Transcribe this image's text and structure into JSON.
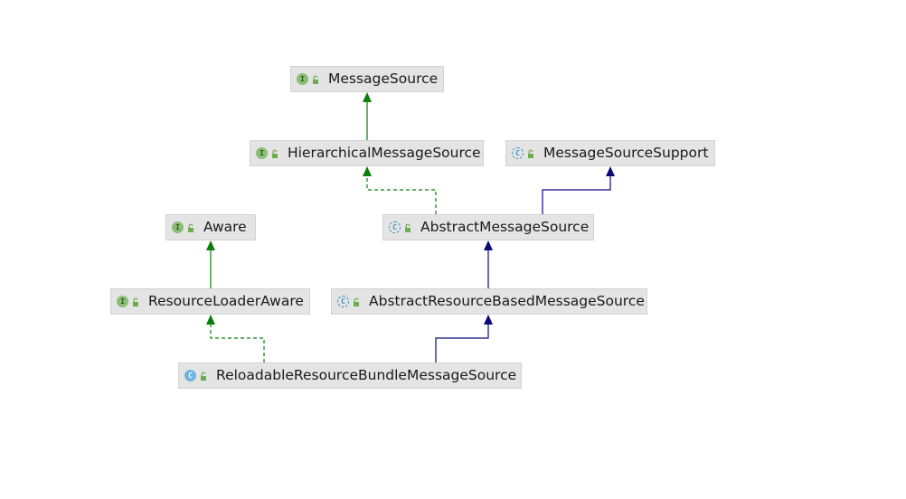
{
  "diagram": {
    "nodes": [
      {
        "id": "message-source",
        "kind": "interface",
        "kind_letter": "I",
        "label": "MessageSource"
      },
      {
        "id": "hierarchical-message-source",
        "kind": "interface",
        "kind_letter": "I",
        "label": "HierarchicalMessageSource"
      },
      {
        "id": "message-source-support",
        "kind": "abstract-class",
        "kind_letter": "C",
        "label": "MessageSourceSupport"
      },
      {
        "id": "aware",
        "kind": "interface",
        "kind_letter": "I",
        "label": "Aware"
      },
      {
        "id": "abstract-message-source",
        "kind": "abstract-class",
        "kind_letter": "C",
        "label": "AbstractMessageSource"
      },
      {
        "id": "resource-loader-aware",
        "kind": "interface",
        "kind_letter": "I",
        "label": "ResourceLoaderAware"
      },
      {
        "id": "abstract-resource-based-message-source",
        "kind": "abstract-class",
        "kind_letter": "C",
        "label": "AbstractResourceBasedMessageSource"
      },
      {
        "id": "reloadable-resource-bundle-message-source",
        "kind": "class",
        "kind_letter": "C",
        "label": "ReloadableResourceBundleMessageSource"
      }
    ],
    "edges": [
      {
        "from": "hierarchical-message-source",
        "to": "message-source",
        "type": "extends-interface"
      },
      {
        "from": "abstract-message-source",
        "to": "hierarchical-message-source",
        "type": "implements"
      },
      {
        "from": "abstract-message-source",
        "to": "message-source-support",
        "type": "extends"
      },
      {
        "from": "resource-loader-aware",
        "to": "aware",
        "type": "extends-interface"
      },
      {
        "from": "abstract-resource-based-message-source",
        "to": "abstract-message-source",
        "type": "extends"
      },
      {
        "from": "reloadable-resource-bundle-message-source",
        "to": "resource-loader-aware",
        "type": "implements"
      },
      {
        "from": "reloadable-resource-bundle-message-source",
        "to": "abstract-resource-based-message-source",
        "type": "extends"
      }
    ],
    "colors": {
      "interface_edge": "#0a7d0a",
      "class_edge": "#0a0a7a",
      "node_bg": "#e4e4e4",
      "interface_icon": "#8bbd76",
      "class_icon": "#6fb4de",
      "lock_icon": "#6cae4f"
    }
  }
}
